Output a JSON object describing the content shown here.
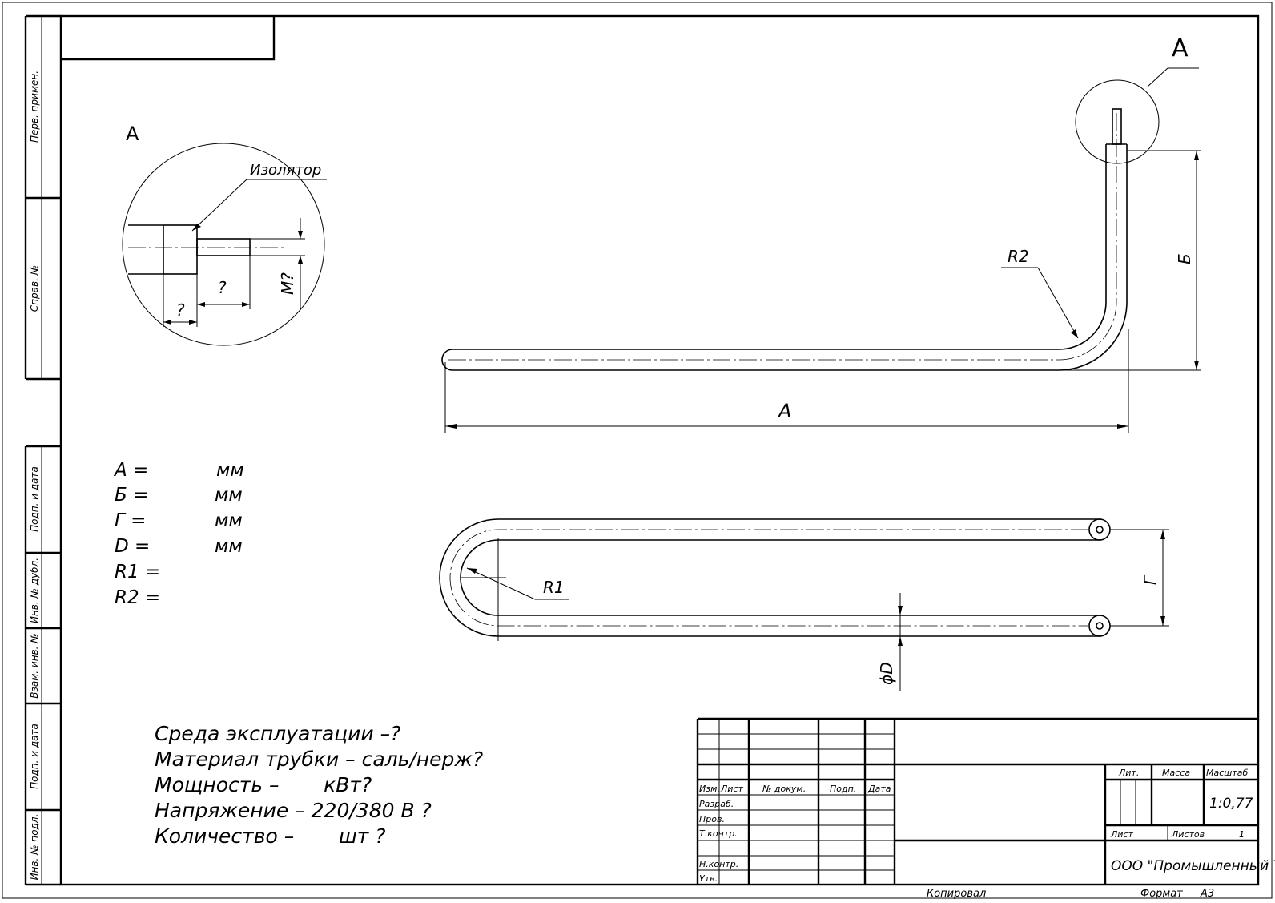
{
  "side_stamp": {
    "perv_primen": "Перв. примен.",
    "sprav_no": "Справ. №",
    "podp_data_1": "Подп. и дата",
    "inv_dubl": "Инв. № дубл.",
    "vzam_inv": "Взам. инв. №",
    "podp_data_2": "Подп. и дата",
    "inv_podl": "Инв. № подл."
  },
  "detail": {
    "label": "А",
    "callout_label": "А",
    "insulator": "Изолятор",
    "dim_1": "?",
    "dim_2": "?",
    "thread": "М?"
  },
  "side_view": {
    "dim_a": "А",
    "dim_b": "Б",
    "radius": "R2"
  },
  "top_view": {
    "radius": "R1",
    "dim_g": "Г",
    "diameter": "ϕD"
  },
  "parameters": [
    {
      "name": "А =",
      "unit": "мм"
    },
    {
      "name": "Б =",
      "unit": "мм"
    },
    {
      "name": "Г =",
      "unit": "мм"
    },
    {
      "name": "D =",
      "unit": "мм"
    },
    {
      "name": "R1 =",
      "unit": ""
    },
    {
      "name": "R2 =",
      "unit": ""
    }
  ],
  "notes": [
    "Среда эксплуатации –?",
    "Материал трубки – саль/нерж?",
    "Мощность –       кВт?",
    "Напряжение – 220/380 В ?",
    "Количество –       шт ?"
  ],
  "title_block": {
    "izm": "Изм.",
    "list": "Лист",
    "doc_no": "№ докум.",
    "podp": "Подп.",
    "data": "Дата",
    "razrab": "Разраб.",
    "prov": "Пров.",
    "t_kontr": "Т.контр.",
    "n_kontr": "Н.контр.",
    "utv": "Утв.",
    "lit": "Лит.",
    "massa": "Масса",
    "masshtab": "Масштаб",
    "scale": "1:0,77",
    "list_label": "Лист",
    "listov_label": "Листов",
    "listov_value": "1",
    "organization": "ООО \"Промышленный ТЭН\""
  },
  "footer": {
    "copied": "Копировал",
    "format_label": "Формат",
    "format_value": "А3"
  }
}
